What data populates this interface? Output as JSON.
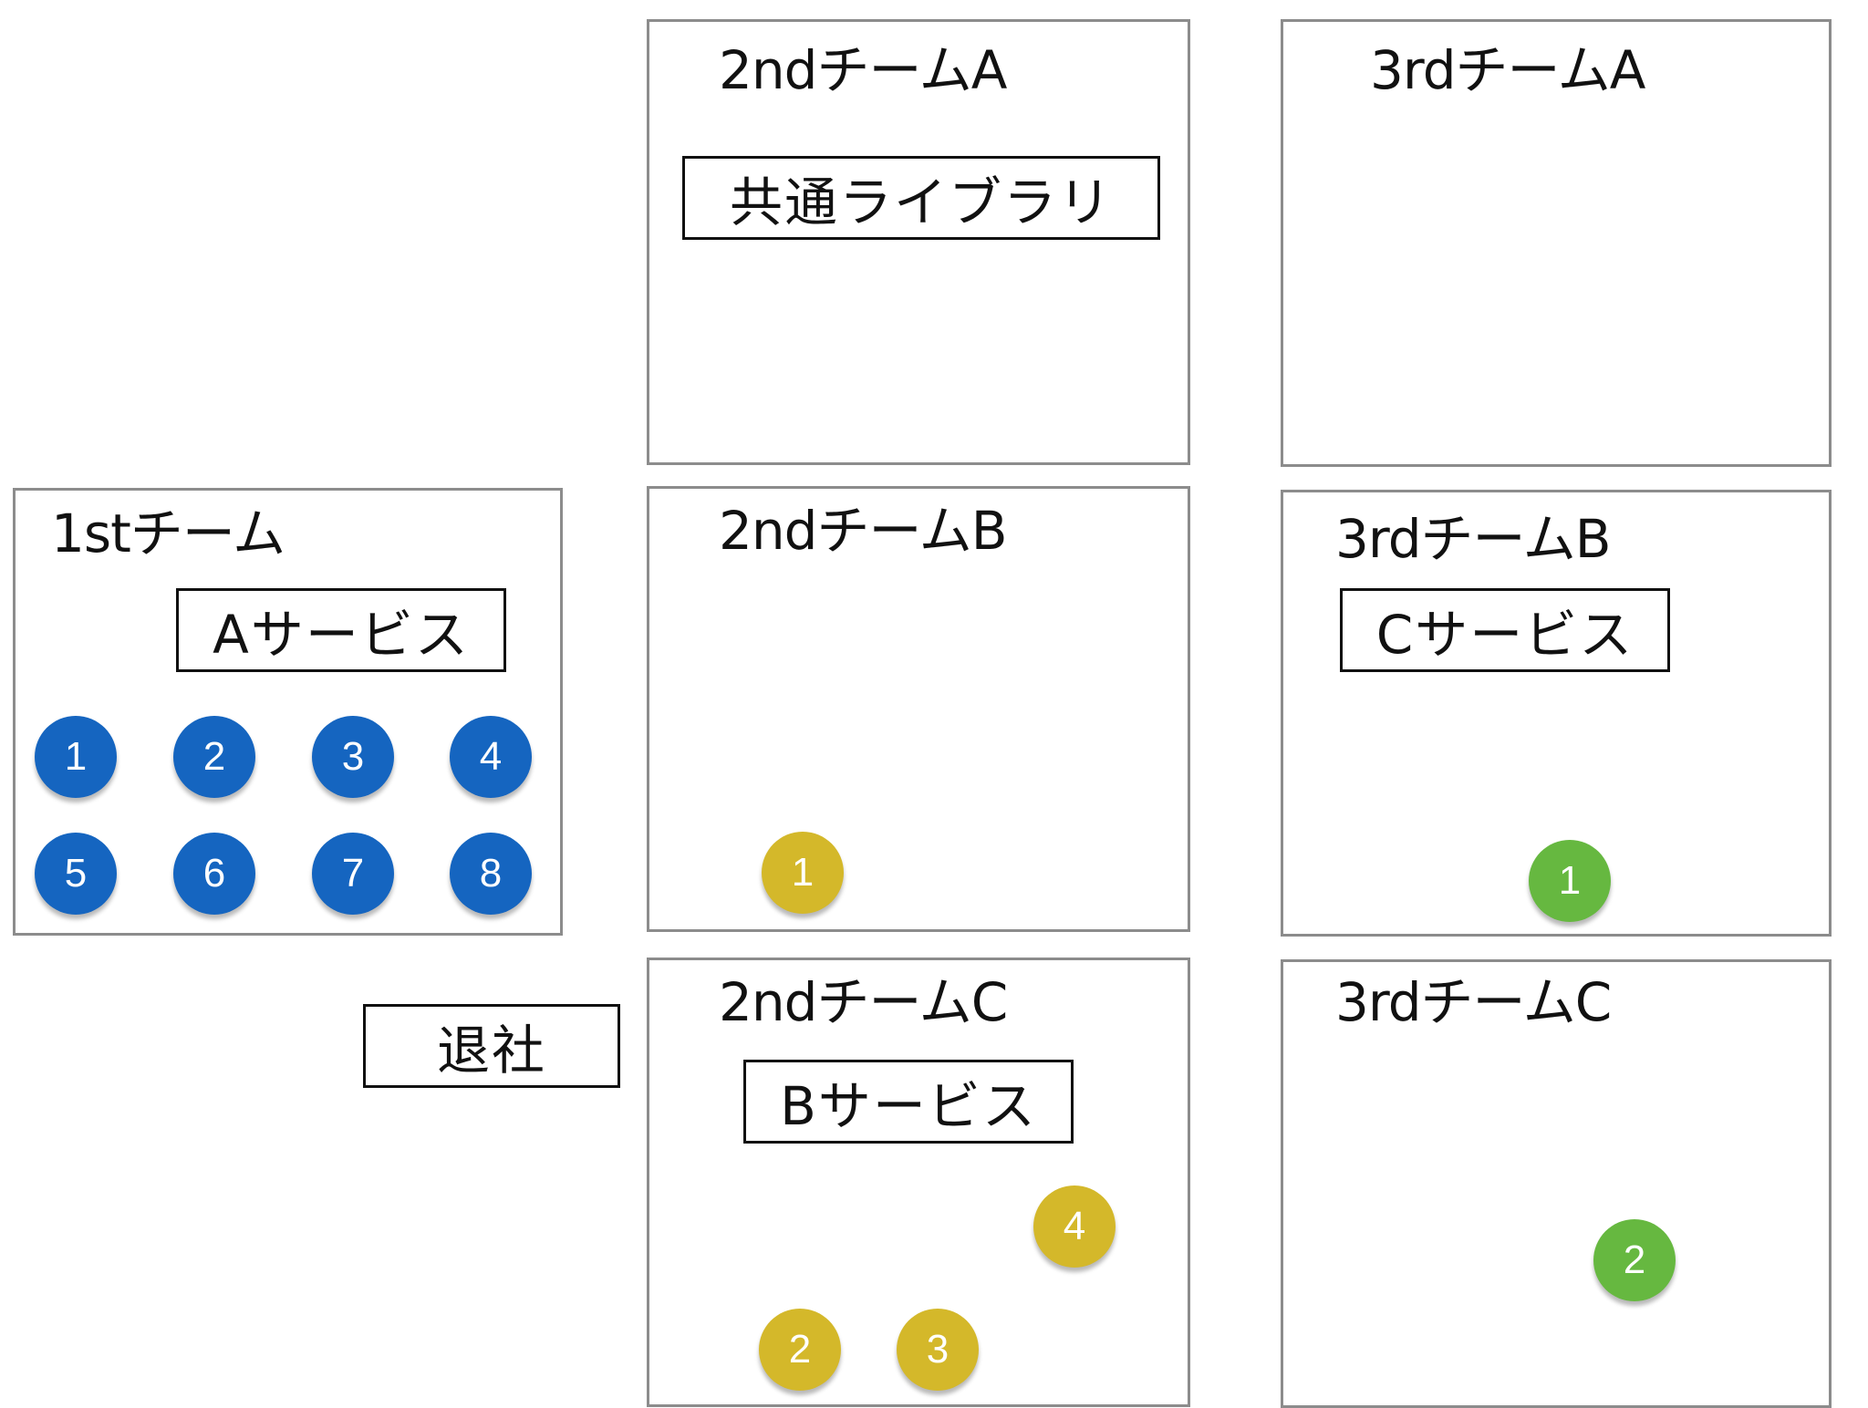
{
  "colors": {
    "first_team": "#1565c0",
    "second_team": "#d4b82a",
    "third_team": "#66b840",
    "box_border": "#8c8c8c",
    "label_border": "#111111"
  },
  "teams": {
    "first": {
      "title": "1stチーム",
      "service": "Aサービス",
      "members": [
        "1",
        "2",
        "3",
        "4",
        "5",
        "6",
        "7",
        "8"
      ]
    },
    "second_a": {
      "title": "2ndチームA",
      "library": "共通ライブラリ"
    },
    "second_b": {
      "title": "2ndチームB",
      "members": [
        "1"
      ]
    },
    "second_c": {
      "title": "2ndチームC",
      "service": "Bサービス",
      "members": [
        "2",
        "3",
        "4"
      ]
    },
    "third_a": {
      "title": "3rdチームA"
    },
    "third_b": {
      "title": "3rdチームB",
      "service": "Cサービス",
      "members": [
        "1"
      ]
    },
    "third_c": {
      "title": "3rdチームC",
      "members": [
        "2"
      ]
    }
  },
  "retired": {
    "label": "退社"
  }
}
